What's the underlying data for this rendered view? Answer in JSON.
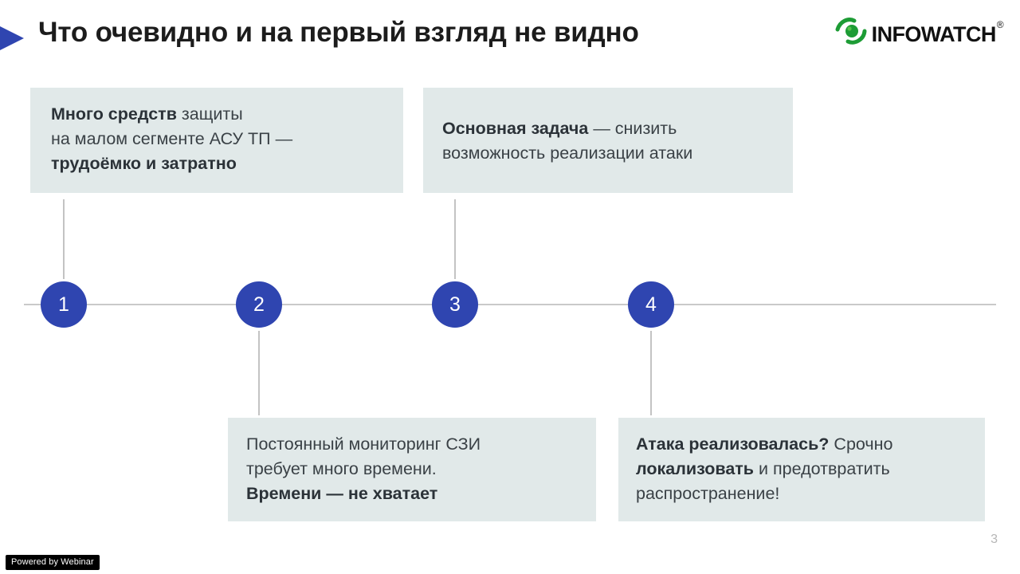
{
  "slide": {
    "title": "Что очевидно и на первый взгляд не видно",
    "page_number": "3",
    "background_color": "#ffffff",
    "accent_color": "#2f45b0",
    "card_color": "#e1e9e9"
  },
  "logo": {
    "mark_name": "infowatch-eye-icon",
    "mark_color": "#1d9c35",
    "wordmark": "INFOWATCH",
    "registered_symbol": "®"
  },
  "cards": [
    {
      "id": "card-1",
      "node": "1",
      "position": "above",
      "lines": [
        [
          {
            "text": "Много средств",
            "bold": true
          },
          {
            "text": " защиты",
            "bold": false
          }
        ],
        [
          {
            "text": "на малом сегменте АСУ ТП —",
            "bold": false
          }
        ],
        [
          {
            "text": "трудоёмко и затратно",
            "bold": true
          }
        ]
      ]
    },
    {
      "id": "card-2",
      "node": "3",
      "position": "above",
      "lines": [
        [
          {
            "text": "Основная задача",
            "bold": true
          },
          {
            "text": " — снизить",
            "bold": false
          }
        ],
        [
          {
            "text": "возможность реализации атаки",
            "bold": false
          }
        ]
      ]
    },
    {
      "id": "card-3",
      "node": "2",
      "position": "below",
      "lines": [
        [
          {
            "text": "Постоянный мониторинг СЗИ",
            "bold": false
          }
        ],
        [
          {
            "text": "требует много времени.",
            "bold": false
          }
        ],
        [
          {
            "text": "Времени — не хватает",
            "bold": true
          }
        ]
      ]
    },
    {
      "id": "card-4",
      "node": "4",
      "position": "below",
      "lines": [
        [
          {
            "text": "Атака реализовалась?",
            "bold": true
          },
          {
            "text": " Срочно",
            "bold": false
          }
        ],
        [
          {
            "text": "локализовать",
            "bold": true
          },
          {
            "text": " и предотвратить",
            "bold": false
          }
        ],
        [
          {
            "text": "распространение!",
            "bold": false
          }
        ]
      ]
    }
  ],
  "timeline": {
    "nodes": [
      {
        "label": "1"
      },
      {
        "label": "2"
      },
      {
        "label": "3"
      },
      {
        "label": "4"
      }
    ]
  },
  "footer": {
    "powered_by": "Powered by Webinar"
  }
}
